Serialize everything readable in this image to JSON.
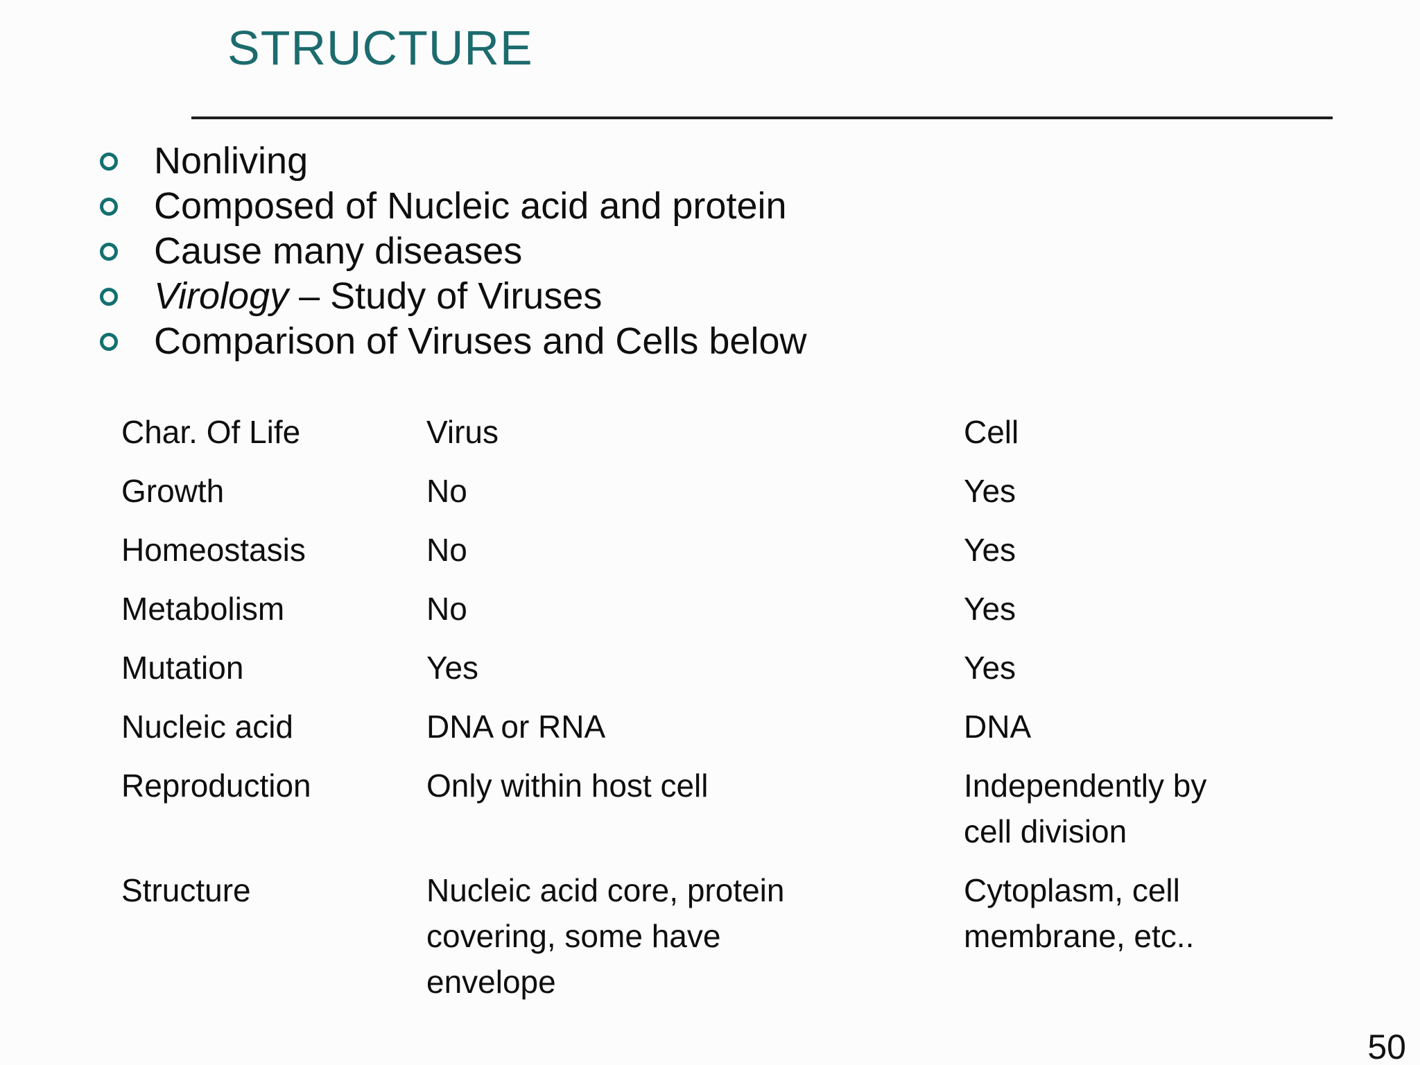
{
  "slide": {
    "title": "STRUCTURE",
    "page_number": "50",
    "bullets": [
      {
        "em": "",
        "text": "Nonliving"
      },
      {
        "em": "",
        "text": "Composed of Nucleic acid and protein"
      },
      {
        "em": "",
        "text": "Cause many diseases"
      },
      {
        "em": "Virology",
        "text": " – Study of Viruses"
      },
      {
        "em": "",
        "text": "Comparison of Viruses and Cells below"
      }
    ]
  },
  "table": {
    "columns": [
      "Char. Of Life",
      "Virus",
      "Cell"
    ],
    "rows": [
      {
        "label": "Growth",
        "virus": "No",
        "cell": "Yes"
      },
      {
        "label": "Homeostasis",
        "virus": "No",
        "cell": "Yes"
      },
      {
        "label": "Metabolism",
        "virus": "No",
        "cell": "Yes"
      },
      {
        "label": "Mutation",
        "virus": "Yes",
        "cell": "Yes"
      },
      {
        "label": "Nucleic acid",
        "virus": "DNA or RNA",
        "cell": "DNA"
      },
      {
        "label": "Reproduction",
        "virus": "Only within host cell",
        "cell": "Independently by\ncell division"
      },
      {
        "label": "Structure",
        "virus": "Nucleic acid core, protein\ncovering, some have\nenvelope",
        "cell": "Cytoplasm, cell\nmembrane, etc.."
      }
    ]
  },
  "colors": {
    "title_teal": "#1c6b6e",
    "bullet_ring_teal": "#147070",
    "rule_dark": "#1f1f1f",
    "text": "#0e0e0e",
    "background": "#fcfcfc"
  }
}
